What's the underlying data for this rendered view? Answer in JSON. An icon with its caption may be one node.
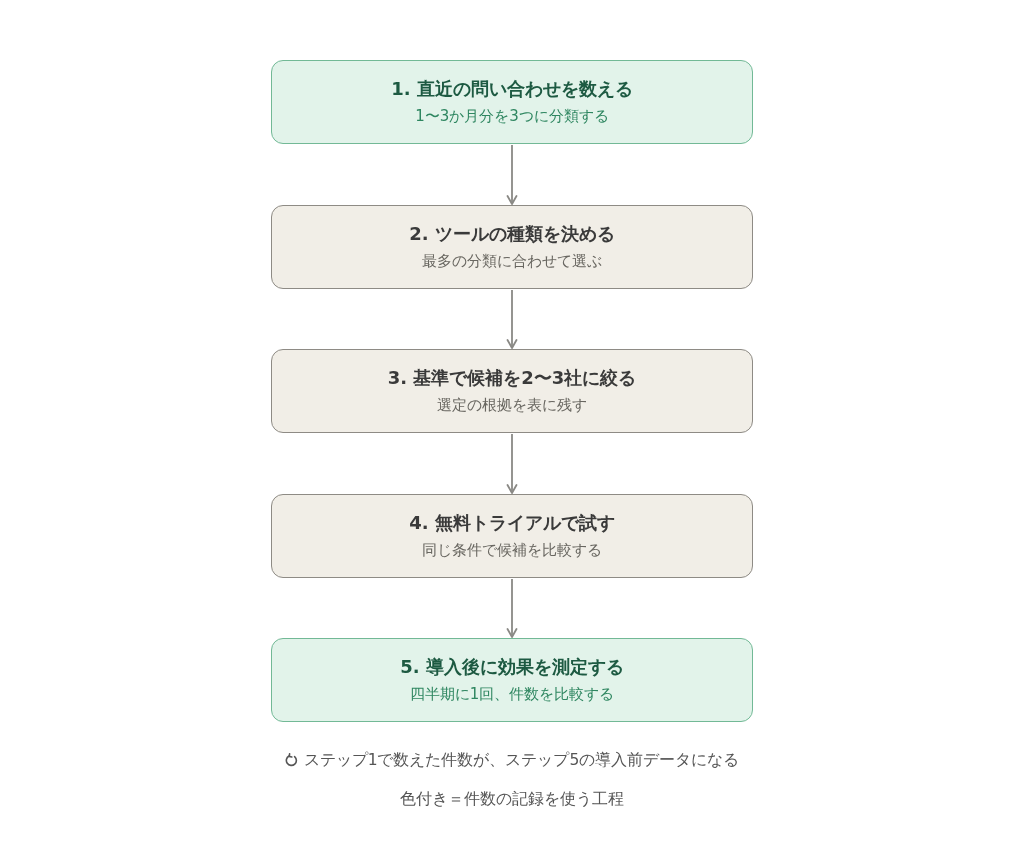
{
  "diagram": {
    "nodes": [
      {
        "text": [
          "1. 直近の問い合わせを数える",
          "1〜3か月分を3つに分類する"
        ]
      },
      {
        "text": [
          "2. ツールの種類を決める",
          "最多の分類に合わせて選ぶ"
        ]
      },
      {
        "text": [
          "3. 基準で候補を2〜3社に絞る",
          "選定の根拠を表に残す"
        ]
      },
      {
        "text": [
          "4. 無料トライアルで試す",
          "同じ条件で候補を比較する"
        ]
      },
      {
        "text": [
          "5. 導入後に効果を測定する",
          "四半期に1回、件数を比較する"
        ]
      }
    ],
    "edges": [
      {
        "from": 0,
        "to": 1,
        "arrow": "to"
      },
      {
        "from": 1,
        "to": 2,
        "arrow": "to"
      },
      {
        "from": 2,
        "to": 3,
        "arrow": "to"
      },
      {
        "from": 3,
        "to": 4,
        "arrow": "to"
      }
    ],
    "labels": [
      "ステップ1で数えた件数が、ステップ5の導入前データになる",
      "色付き＝件数の記録を使う工程"
    ]
  }
}
